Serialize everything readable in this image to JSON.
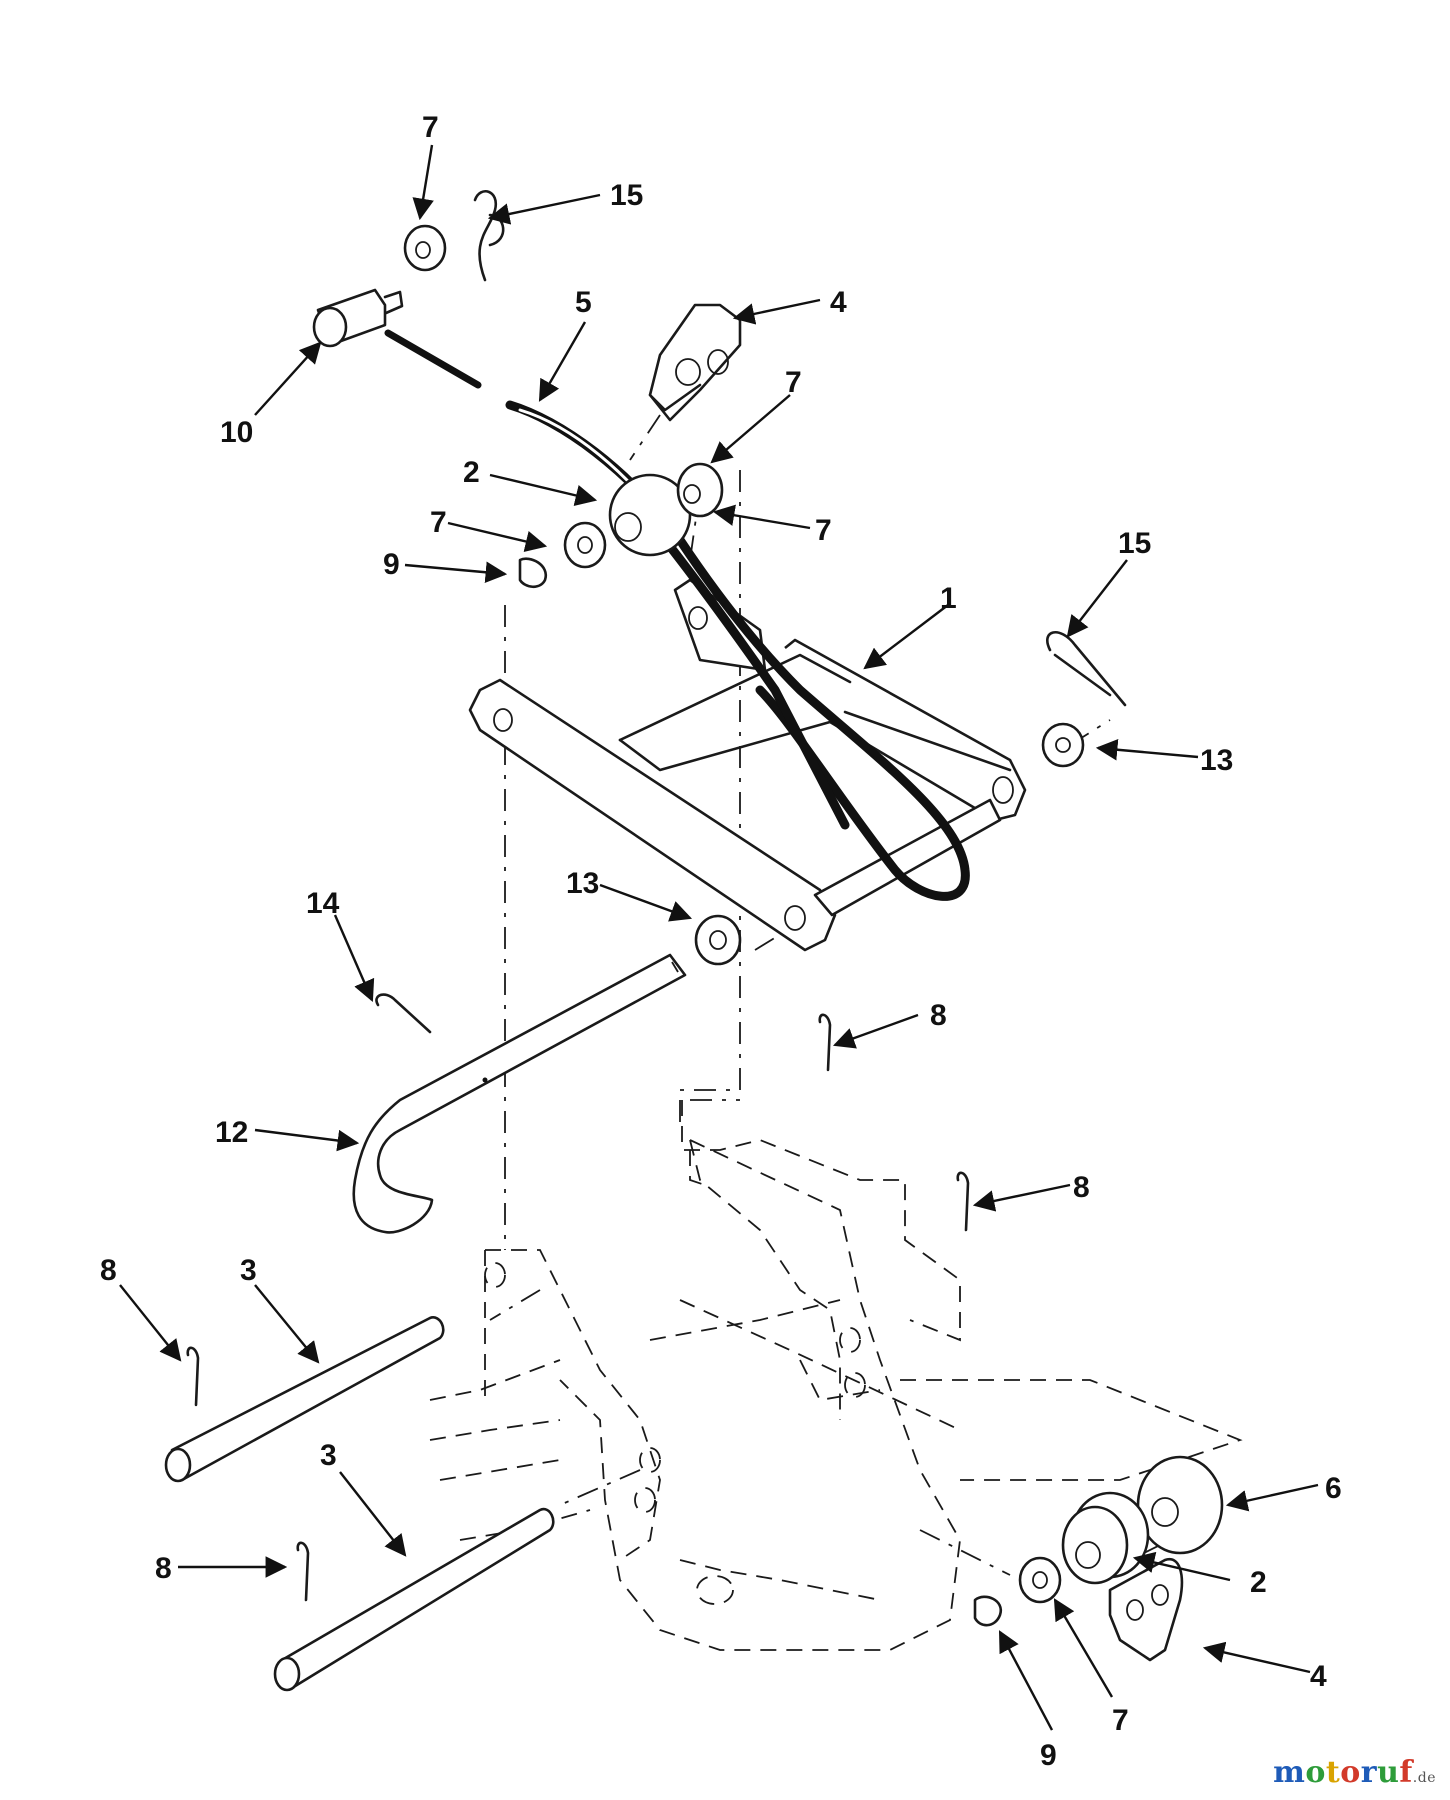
{
  "callouts": {
    "c7_top": "7",
    "c15_top": "15",
    "c5": "5",
    "c4_top": "4",
    "c10": "10",
    "c7_right_a": "7",
    "c2_top": "2",
    "c7_left": "7",
    "c7_right_b": "7",
    "c9_top": "9",
    "c15_right": "15",
    "c1": "1",
    "c13_right": "13",
    "c14": "14",
    "c13_mid": "13",
    "c8_mid": "8",
    "c12": "12",
    "c8_right": "8",
    "c8_left_top": "8",
    "c3_top": "3",
    "c6": "6",
    "c3_bottom": "3",
    "c8_left_bottom": "8",
    "c2_bottom": "2",
    "c4_bottom": "4",
    "c9_bottom": "9",
    "c7_bottom": "7"
  },
  "watermark": {
    "letters": [
      "m",
      "o",
      "t",
      "o",
      "r",
      "u",
      "f"
    ],
    "colors": [
      "#1e5bb8",
      "#2e9c3a",
      "#d9a300",
      "#d23a2a",
      "#1e5bb8",
      "#2e9c3a",
      "#d23a2a"
    ],
    "tld": ".de"
  }
}
